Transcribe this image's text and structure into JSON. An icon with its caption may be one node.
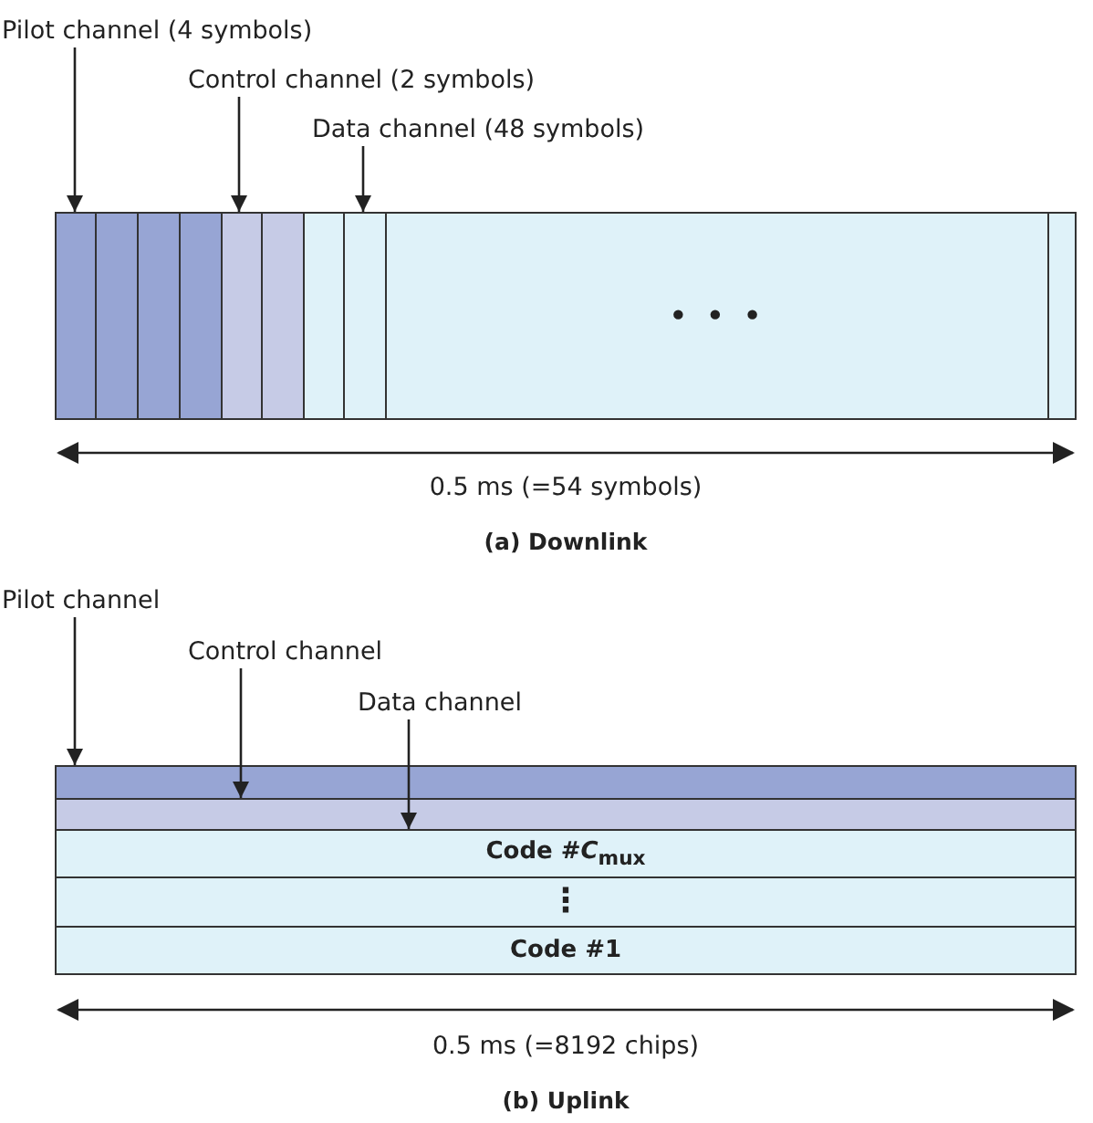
{
  "diagram": {
    "nodes": [
      {
        "text": [
          "Pilot channel (4 symbols)"
        ]
      },
      {
        "text": [
          "Control channel (2 symbols)"
        ]
      },
      {
        "text": [
          "Data channel (48 symbols)"
        ]
      },
      {
        "text": [],
        "shape": "box"
      },
      {
        "text": [],
        "shape": "box"
      },
      {
        "text": [],
        "shape": "box"
      },
      {
        "text": [],
        "shape": "box"
      },
      {
        "text": [],
        "shape": "box"
      },
      {
        "text": [],
        "shape": "box"
      },
      {
        "text": [],
        "shape": "box"
      },
      {
        "text": [],
        "shape": "box"
      },
      {
        "text": [
          "• • •"
        ]
      },
      {
        "text": [],
        "shape": "box"
      },
      {
        "text": [
          "Pilot channel"
        ]
      },
      {
        "text": [
          "Control channel"
        ]
      },
      {
        "text": [
          "Data channel"
        ]
      },
      {
        "text": [],
        "shape": "box"
      },
      {
        "text": [],
        "shape": "box"
      },
      {
        "text": [
          "Code #*C*$_{mux}$"
        ]
      },
      {
        "text": [
          "⋮"
        ]
      },
      {
        "text": [
          "Code #1"
        ]
      }
    ],
    "edges": [
      {
        "from": 0,
        "to": 3,
        "arrow": "to"
      },
      {
        "from": 1,
        "to": 7,
        "arrow": "to"
      },
      {
        "from": 2,
        "to": 10,
        "arrow": "to"
      },
      {
        "from": 13,
        "to": 16,
        "arrow": "to"
      },
      {
        "from": 14,
        "to": 17,
        "arrow": "to"
      },
      {
        "from": 15,
        "to": 18,
        "arrow": "to"
      }
    ],
    "labels": [
      "0.5 ms (=54 symbols)",
      "(a) Downlink",
      "0.5 ms (=8192 chips)",
      "(b) Uplink"
    ]
  }
}
